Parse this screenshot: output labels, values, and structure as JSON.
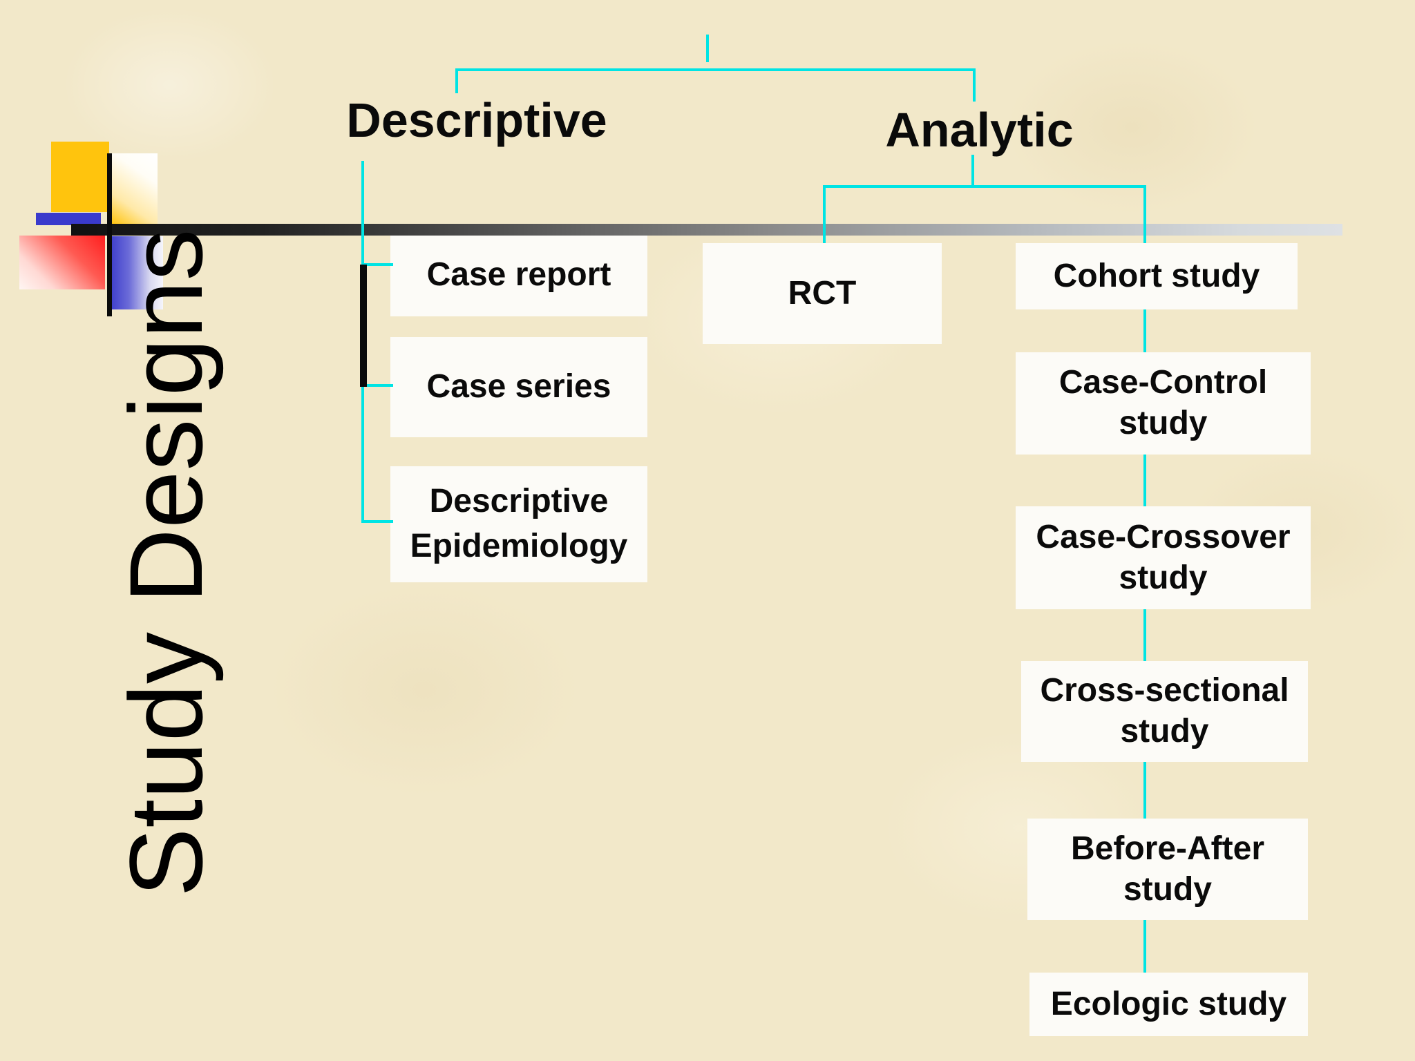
{
  "title": {
    "text": "Study Designs"
  },
  "tree": {
    "root_headings": [
      {
        "id": "descriptive",
        "label": "Descriptive"
      },
      {
        "id": "analytic",
        "label": "Analytic"
      }
    ],
    "descriptive_children": [
      {
        "id": "case-report",
        "lines": [
          "Case report"
        ]
      },
      {
        "id": "case-series",
        "lines": [
          "Case series"
        ]
      },
      {
        "id": "descriptive-epidemiology",
        "lines": [
          "Descriptive",
          "Epidemiology"
        ]
      }
    ],
    "analytic_children": [
      {
        "id": "rct",
        "lines": [
          "RCT"
        ]
      },
      {
        "id": "cohort",
        "lines": [
          "Cohort study"
        ]
      },
      {
        "id": "case-control",
        "lines": [
          "Case-Control",
          "study"
        ]
      },
      {
        "id": "case-crossover",
        "lines": [
          "Case-Crossover",
          "study"
        ]
      },
      {
        "id": "cross-sectional",
        "lines": [
          "Cross-sectional",
          "study"
        ]
      },
      {
        "id": "before-after",
        "lines": [
          "Before-After",
          "study"
        ]
      },
      {
        "id": "ecologic",
        "lines": [
          "Ecologic study"
        ]
      }
    ]
  },
  "colors": {
    "background": "#F2E8C9",
    "accent_cyan": "#00E4E4",
    "bar_dark": "#141414",
    "bar_light": "#D8DBDE",
    "deco_yellow": "#FFC40D",
    "deco_blue": "#3A3ACC",
    "deco_red": "#FF3028",
    "box_bg": "#FCFBF7",
    "text": "#0A0A0A"
  }
}
